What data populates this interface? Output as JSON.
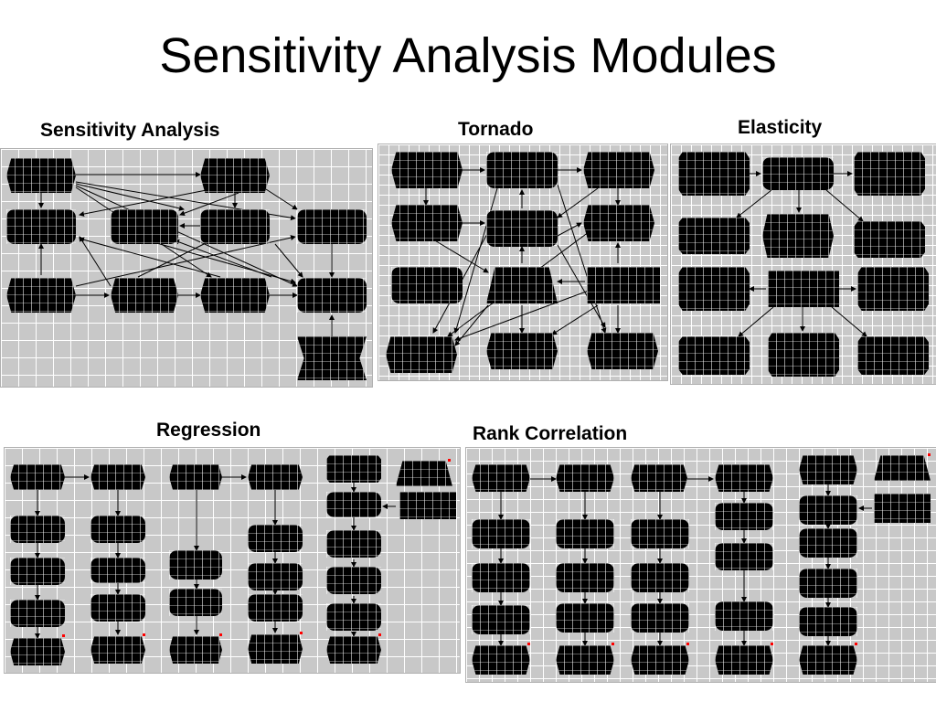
{
  "slide": {
    "title": "Sensitivity Analysis Modules"
  },
  "modules": {
    "sensitivity_analysis": {
      "label": "Sensitivity Analysis"
    },
    "tornado": {
      "label": "Tornado"
    },
    "elasticity": {
      "label": "Elasticity"
    },
    "regression": {
      "label": "Regression"
    },
    "rank_correlation": {
      "label": "Rank Correlation"
    }
  },
  "colors": {
    "panel_background": "#c8c8c8",
    "grid_lines": "#ffffff",
    "node_fill": "#000000",
    "marker": "#ff0000"
  }
}
